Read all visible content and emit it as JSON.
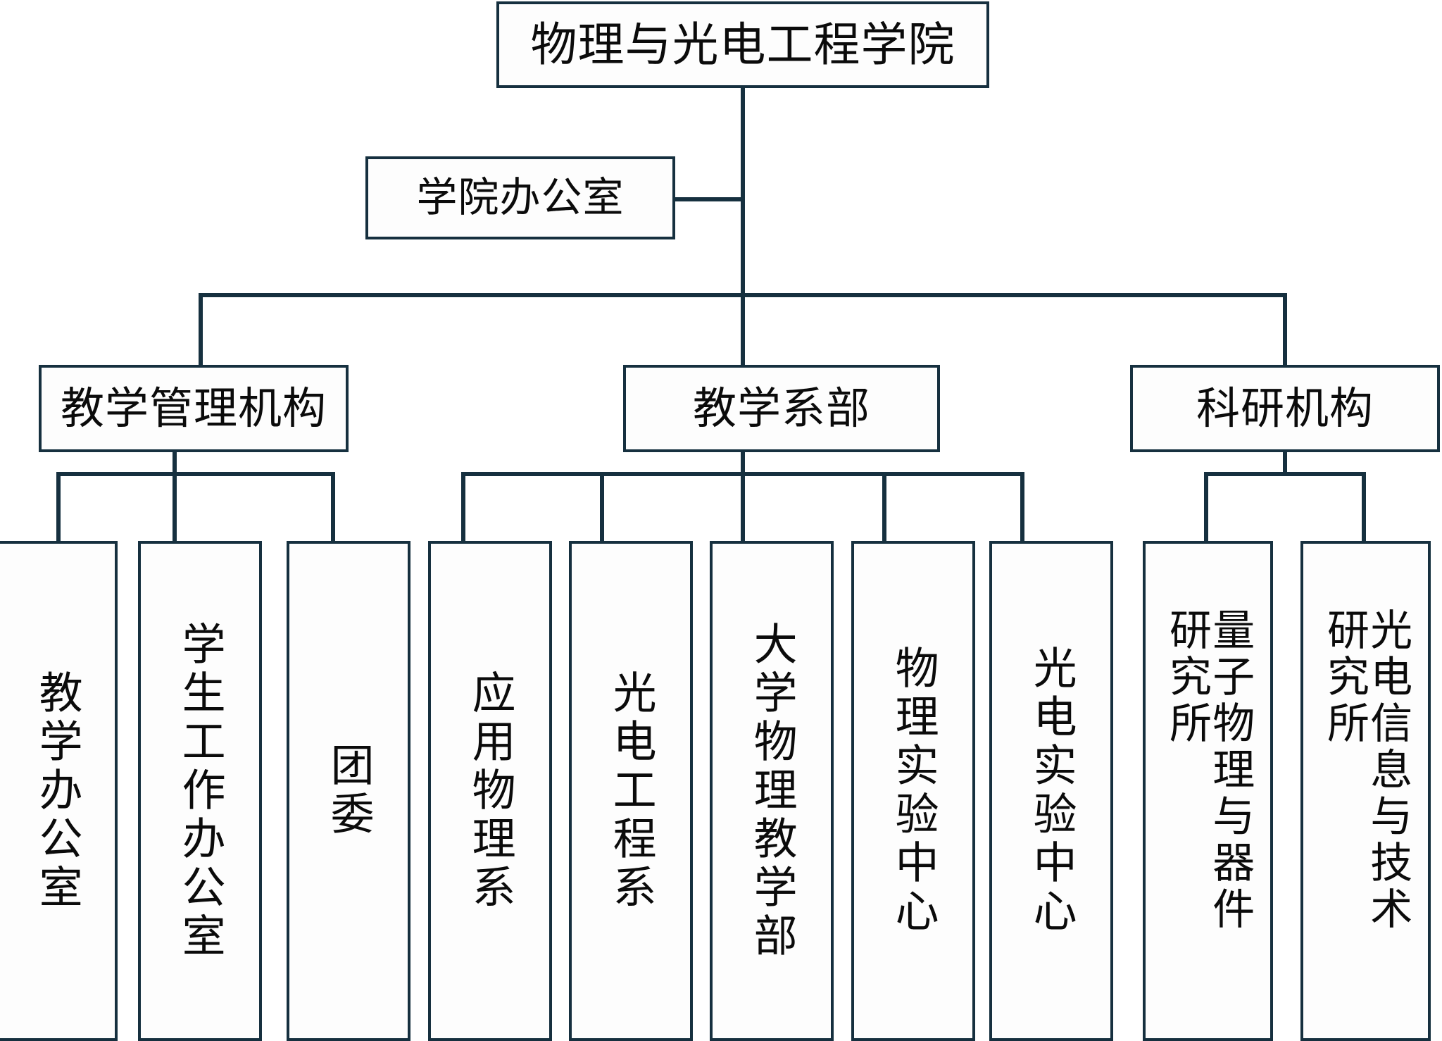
{
  "diagram": {
    "title_text": "物理与光电工程学院",
    "type": "organization-chart",
    "line_color": "#16303f",
    "box_fill": "#fdfdfd",
    "background": "#ffffff"
  },
  "root": {
    "label": "物理与光电工程学院"
  },
  "staff_office": {
    "label": "学院办公室"
  },
  "branches": [
    {
      "label": "教学管理机构",
      "children": [
        {
          "label": "教学办公室"
        },
        {
          "label": "学生工作办公室"
        },
        {
          "label": "团委"
        }
      ]
    },
    {
      "label": "教学系部",
      "children": [
        {
          "label": "应用物理系"
        },
        {
          "label": "光电工程系"
        },
        {
          "label": "大学物理教学部"
        },
        {
          "label": "物理实验中心"
        },
        {
          "label": "光电实验中心"
        }
      ]
    },
    {
      "label": "科研机构",
      "children": [
        {
          "label": "量子物理与器件研究所"
        },
        {
          "label": "光电信息与技术研究所"
        }
      ]
    }
  ]
}
